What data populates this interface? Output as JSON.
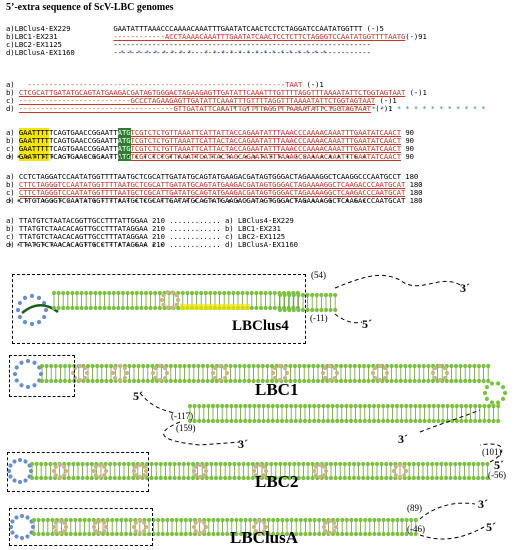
{
  "title": "5’-extra sequence of ScV-LBC genomes",
  "block1": {
    "rows": [
      {
        "id": "a)",
        "name": "LBClus4-EX229",
        "seq": "GAATATTTAAACCCAAAACAAATTTGAATATCAACTCCTCTAGGATCCAATATGGTTT",
        "end": "(-)5"
      },
      {
        "id": "b)",
        "name": "LBC1-EX231",
        "seq": "------------ACCTAAAACAAATTTGAATATCAACTCCTCTTCTAGGGTCCAATATGGTTTTAATG",
        "end": "(-)91"
      },
      {
        "id": "c)",
        "name": "LBC2-EX1125",
        "seq": "------------------------------------------------------------",
        "end": ""
      },
      {
        "id": "d)",
        "name": "LBClusA-EX1160",
        "seq": "------------------------------------------------------------",
        "end": ""
      }
    ],
    "stars": "* * * * * * * * *   * * * * * * * * * * * * * * *"
  },
  "block2": {
    "rows": [
      {
        "id": "a)",
        "seq": "------------------------------------------------------------TAAT",
        "end": "(-)1"
      },
      {
        "id": "b)",
        "seq": "CTCGCATTGATATGCAGTATGAAGACGATAGTGGGACTAGAAGAGTTGATATTCAAATTTGTTTTAGGTTTAAAATATTCTGGTAGTAAT",
        "end": "(-)1"
      },
      {
        "id": "c)",
        "seq": "--------------------------GCCCTAGAAGAGTTGATATTCAAATTTGTTTTAGGTTTAAAATATTCTGGTAGTAAT",
        "end": "(-)1"
      },
      {
        "id": "d)",
        "seq": "------------------------------------GTTGATATTCAAATTTGTTTTAGGTTTAAAATATTCTGGTAGTAAT",
        "end": "(-)1"
      }
    ],
    "stars": "*  *  * * * * * * * * * * * * * * * * * * * * * * * * * * * * *"
  },
  "block3": {
    "rows": [
      {
        "id": "a)",
        "seq_a": "GAATTTT",
        "seq_b": "TCAGTGAACCGGAATT",
        "seq_c": "ATG",
        "seq_d": "TCGTCTCTGTTAAATTCATTATTACCAGAATATTTAAACCCAAAACAAATTTGAATATCAACT",
        "end": "90"
      },
      {
        "id": "b)",
        "seq_a": "GAATTTT",
        "seq_b": "TCAGTGAACCGGAATT",
        "seq_c": "ATG",
        "seq_d": "TCGTCTCTGTTAAATTCATTACTACCAGAATATTTAAACCCAAAACAAATTTGAATATCAACT",
        "end": "90"
      },
      {
        "id": "c)",
        "seq_a": "GAATTTT",
        "seq_b": "TCAGTGAACCGGAATT",
        "seq_c": "ATG",
        "seq_d": "TCGTCTCTGTTAAATTCATTACTACCAGAATATTTAAACCCAAAACAAATTTGAATATCAACT",
        "end": "90"
      },
      {
        "id": "d)",
        "seq_a": "GAATTTT",
        "seq_b": "TCAGTGAACCGGAATT",
        "seq_c": "ATG",
        "seq_d": "TCGTCTCTGTTAAATTCATTACTACCAGAATATTTAAACCCAAAACAAATTTGAATATCAACT",
        "end": "90"
      }
    ],
    "stars": "* * * * * * * * * * * * * * * * * * * * * * * * * * * * * * * * * * * * * * * * * * *"
  },
  "block4": {
    "rows": [
      {
        "id": "a)",
        "seq": "CCTCTAGGATCCAATATGGTTTTAATGCTCGCATTGATATGCAGTATGAAGACGATAGTGGGACTAGAAAGGCTCAAGGCCCAATGCCT",
        "end": "180"
      },
      {
        "id": "b)",
        "seq": "CTTCTAGGGTCCAATATGGTTTTAATGCTCGCATTGATATGCAGTATGAAGACGATAGTGGGACTAGAAAAGGCTCAAGACCCAATGCAT",
        "end": "180"
      },
      {
        "id": "c)",
        "seq": "CTTCTAGGGTCCAATATGGTTTTAATGCTCGCATTGATATGCAGTATGAAGACGATAGTGGGACTAGAAAAGGCTCAAGACCCAATGCAT",
        "end": "180"
      },
      {
        "id": "d)",
        "seq": "CTTCTAGGGTCCAATATGGTTTTAATGCTCGCATTGATATGCAGTATGAAGACGATAGTGGGACTAGAAAAGGCTCAAGACCCAATGCAT",
        "end": "180"
      }
    ],
    "stars": "* * * * * * * * * * * * * * * * * * * * * * * * * * * * * * * * * * * * * * * * * * *"
  },
  "block5": {
    "rows": [
      {
        "id": "a)",
        "seq": "TTATGTCTAATACGGTTGCCTTTATTGGAA",
        "num": "210",
        "legend_id": "a)",
        "legend_name": "LBClus4-EX229"
      },
      {
        "id": "b)",
        "seq": "TTATGTCTAACACAGTTGCCTTTATAGGAA",
        "num": "210",
        "legend_id": "b)",
        "legend_name": "LBC1-EX231"
      },
      {
        "id": "c)",
        "seq": "TTATGTCTAACACAGTTGCCTTTATAGGAA",
        "num": "210",
        "legend_id": "c)",
        "legend_name": "LBC2-EX1125"
      },
      {
        "id": "d)",
        "seq": "TTATGTCTAACACAGTTGCCTTTATAGGAA",
        "num": "210",
        "legend_id": "d)",
        "legend_name": "LBClusA-EX1160"
      }
    ],
    "stars": "* * * * * * * * * * * * * * * * * * *"
  },
  "structures": {
    "lbclus4": {
      "label": "LBClus4",
      "n1": "(54)",
      "n2": "(-11)",
      "end3": "3´",
      "end5": "5´"
    },
    "lbc1": {
      "label": "LBC1",
      "n1": "(-117)",
      "n2": "(159)",
      "end3a": "3´",
      "end3b": "3´",
      "end5": "5´"
    },
    "lbc2": {
      "label": "LBC2",
      "n1": "(101)",
      "n2": "(-56)",
      "end5": "5´"
    },
    "lbclusa": {
      "label": "LBClusA",
      "n1": "(89)",
      "n2": "(-46)",
      "end3": "3´",
      "end5": "5´"
    }
  },
  "colors": {
    "red": "#c0392b",
    "yellow": "#f2e600",
    "green": "#2e7d32",
    "stem": "#7cc242",
    "loop": "#c9b58a",
    "blue": "#6a8fc9"
  }
}
